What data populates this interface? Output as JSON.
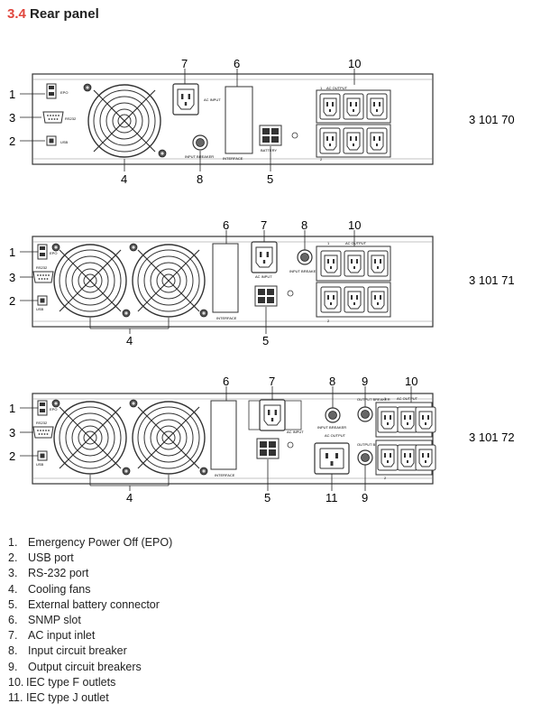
{
  "section": {
    "number": "3.4",
    "title": "Rear panel"
  },
  "panels": [
    {
      "model": "3 101 70",
      "callouts": [
        "1",
        "3",
        "2",
        "4",
        "7",
        "6",
        "8",
        "5",
        "10"
      ],
      "labels": {
        "epo": "EPO",
        "rs232": "RS232",
        "usb": "USB",
        "ac_input": "AC INPUT",
        "input_breaker": "INPUT BREAKER",
        "interface": "INTERFACE",
        "battery": "BATTERY",
        "ac_output": "AC OUTPUT",
        "group1": "1",
        "group2": "2"
      }
    },
    {
      "model": "3 101 71",
      "callouts": [
        "1",
        "3",
        "2",
        "4",
        "6",
        "7",
        "8",
        "5",
        "10"
      ],
      "labels": {
        "epo": "EPO",
        "rs232": "RS232",
        "usb": "USB",
        "ac_input": "AC INPUT",
        "input_breaker": "INPUT BREAKER",
        "interface": "INTERFACE",
        "ac_output": "AC OUTPUT",
        "group1": "1",
        "group2": "2"
      }
    },
    {
      "model": "3 101 72",
      "callouts": [
        "1",
        "3",
        "2",
        "4",
        "6",
        "7",
        "8",
        "9",
        "10",
        "5",
        "11",
        "9"
      ],
      "labels": {
        "epo": "EPO",
        "rs232": "RS232",
        "usb": "USB",
        "ac_input": "AC INPUT",
        "input_breaker": "INPUT BREAKER",
        "interface": "INTERFACE",
        "ac_output_j": "AC OUTPUT",
        "output_breaker": "OUTPUT BREAKER",
        "ac_output": "AC OUTPUT",
        "group1": "1",
        "group2": "2"
      }
    }
  ],
  "legend": [
    {
      "num": "1.",
      "text": "Emergency Power Off (EPO)"
    },
    {
      "num": "2.",
      "text": "USB port"
    },
    {
      "num": "3.",
      "text": "RS-232 port"
    },
    {
      "num": "4.",
      "text": "Cooling fans"
    },
    {
      "num": "5.",
      "text": "External battery connector"
    },
    {
      "num": "6.",
      "text": "SNMP slot"
    },
    {
      "num": "7.",
      "text": "AC input inlet"
    },
    {
      "num": "8.",
      "text": "Input circuit breaker"
    },
    {
      "num": "9.",
      "text": "Output circuit breakers"
    },
    {
      "num": "10.",
      "text": "IEC type F outlets"
    },
    {
      "num": "11.",
      "text": "IEC type J outlet"
    }
  ]
}
